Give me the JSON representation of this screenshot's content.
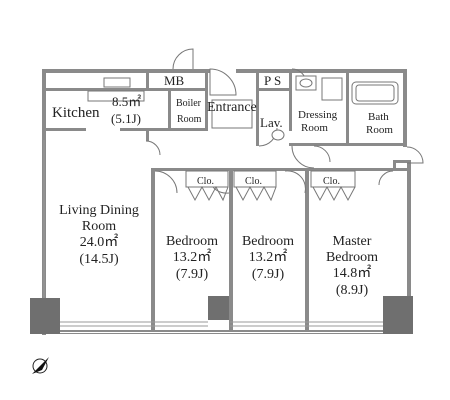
{
  "rooms": {
    "kitchen": {
      "name": "Kitchen",
      "area": "8.5㎡",
      "jou": "(5.1J)"
    },
    "living": {
      "name_line1": "Living Dining",
      "name_line2": "Room",
      "area": "24.0㎡",
      "jou": "(14.5J)"
    },
    "bedroom1": {
      "name": "Bedroom",
      "area": "13.2㎡",
      "jou": "(7.9J)"
    },
    "bedroom2": {
      "name": "Bedroom",
      "area": "13.2㎡",
      "jou": "(7.9J)"
    },
    "master": {
      "name_line1": "Master",
      "name_line2": "Bedroom",
      "area": "14.8㎡",
      "jou": "(8.9J)"
    },
    "mb": "MB",
    "ps": "P S",
    "boiler": {
      "line1": "Boiler",
      "line2": "Room"
    },
    "entrance": "Entrance",
    "lav": "Lav.",
    "dressing": {
      "line1": "Dressing",
      "line2": "Room"
    },
    "bath": {
      "line1": "Bath",
      "line2": "Room"
    },
    "closets": [
      "Clo.",
      "Clo.",
      "Clo."
    ]
  },
  "colors": {
    "wall": "#8a8a8a",
    "column": "#6f6f6f",
    "line": "#666666",
    "text": "#222222"
  },
  "icons": {
    "north": "north-arrow-icon"
  }
}
